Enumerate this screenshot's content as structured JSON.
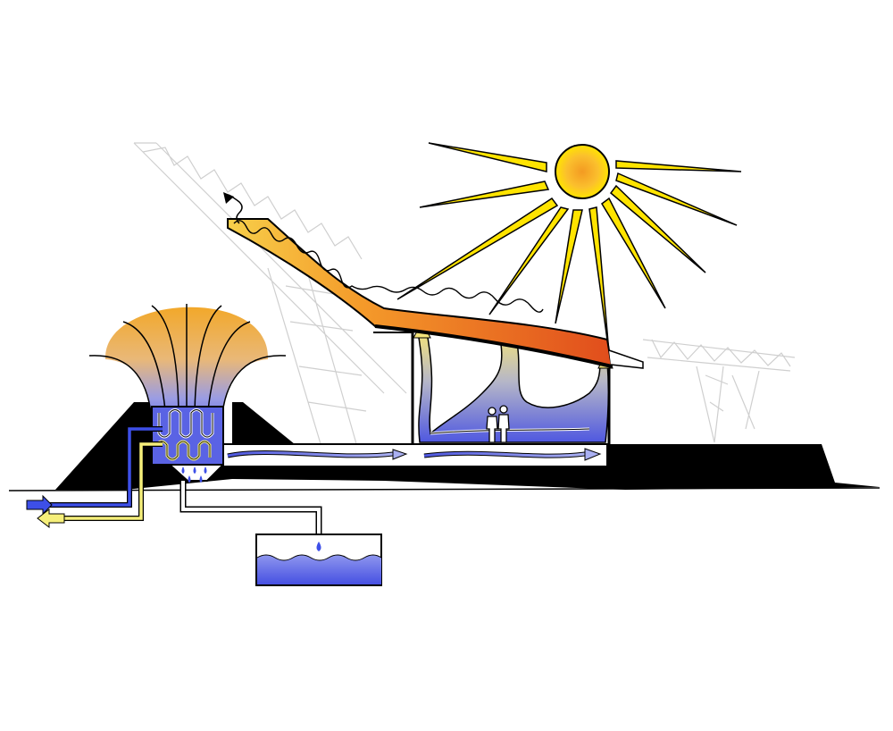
{
  "diagram": {
    "colors": {
      "sun": "#ffe400",
      "sun_core": "#f7a21b",
      "warm": "#f39a22",
      "hot": "#e5501d",
      "cool": "#4f58e0",
      "light_cool": "#aab0f2",
      "yellow_pipe": "#f6ef7a",
      "blue_pipe": "#3d4fe8",
      "ground": "#000000",
      "structure": "#c8c8c8"
    },
    "icons": [
      "sun-icon",
      "water-drop-icon",
      "person-icon",
      "arrow-icon"
    ],
    "elements": [
      "sun",
      "solar-collector-roof",
      "cooling-tower",
      "heat-exchanger",
      "interior-room",
      "supply-duct",
      "water-tank",
      "inlet-pipe",
      "outlet-pipe",
      "exhaust-air",
      "roof-truss",
      "ground"
    ]
  }
}
